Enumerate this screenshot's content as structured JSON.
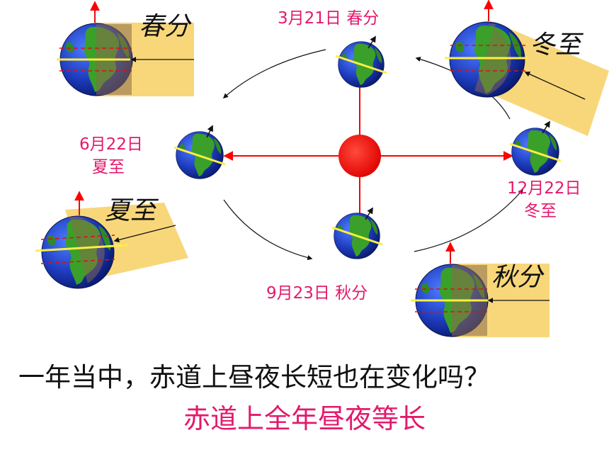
{
  "labels": {
    "march": "3月21日 春分",
    "june_date": "6月22日",
    "june_term": "夏至",
    "sept": "9月23日 秋分",
    "dec_date": "12月22日",
    "dec_term": "冬至"
  },
  "insets": {
    "spring": "春分",
    "winter": "冬至",
    "summer": "夏至",
    "autumn": "秋分"
  },
  "question": "一年当中，赤道上昼夜长短也在变化吗？",
  "answer": "赤道上全年昼夜等长",
  "colors": {
    "sun": "#ff0000",
    "accent_text": "#e4196c",
    "light_panel": "#f8d77a",
    "ocean": "#1e3cbd",
    "land": "#3aa02a",
    "equator": "#ffee44",
    "tropic": "#e01010"
  }
}
